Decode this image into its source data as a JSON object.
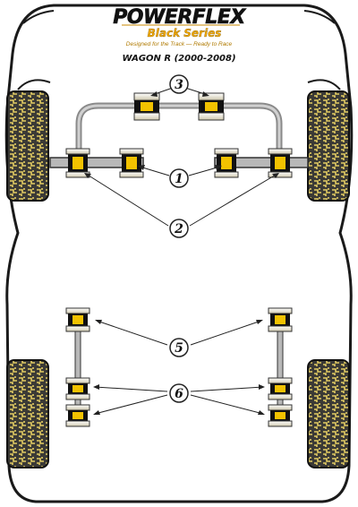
{
  "brand": {
    "logo": "POWERFLEX",
    "series": "Black Series",
    "tagline": "Designed for the Track — Ready to Race"
  },
  "model": "WAGON R (2000-2008)",
  "callouts": [
    {
      "id": "c1",
      "label": "1"
    },
    {
      "id": "c2",
      "label": "2"
    },
    {
      "id": "c3",
      "label": "3"
    },
    {
      "id": "c5",
      "label": "5"
    },
    {
      "id": "c6",
      "label": "6"
    }
  ],
  "colors": {
    "outline": "#1a1a1a",
    "tyre_fill": "#3b3a36",
    "tyre_tread": "#e3cc63",
    "bush_yellow": "#f2c200",
    "bush_metal": "#e4dfcb",
    "bar_grey": "#b8b8b8",
    "callout_fill": "#ffffff"
  }
}
